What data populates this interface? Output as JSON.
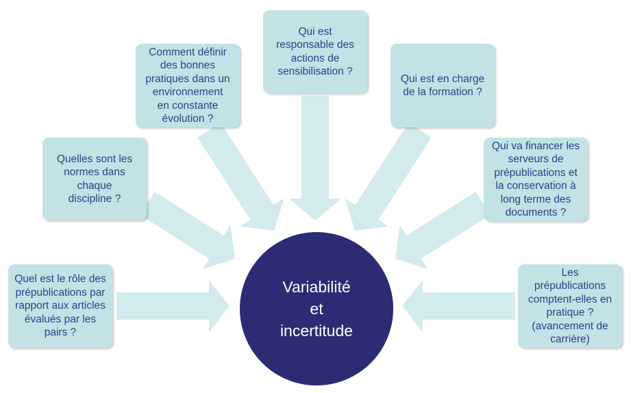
{
  "diagram": {
    "center": {
      "label": "Variabilité\net\nincertitude"
    },
    "questions": [
      {
        "id": "q-role",
        "text": "Quel est le rôle des\nprépublications par\nrapport aux articles\névalués par les\npairs ?"
      },
      {
        "id": "q-norms",
        "text": "Quelles sont les\nnormes dans\nchaque\ndiscipline ?"
      },
      {
        "id": "q-best-practices",
        "text": "Comment définir\ndes bonnes\npratiques dans un\nenvironnement\nen constante\névolution ?"
      },
      {
        "id": "q-awareness",
        "text": "Qui est\nresponsable des\nactions de\nsensibilisation ?"
      },
      {
        "id": "q-training",
        "text": "Qui est en charge\nde la formation ?"
      },
      {
        "id": "q-funding",
        "text": "Qui va financer les\nserveurs de\nprépublications et\nla conservation à\nlong terme des\ndocuments ?"
      },
      {
        "id": "q-career",
        "text": "Les\nprépublications\ncomptent-elles en\npratique ?\n(avancement de\ncarrière)"
      }
    ]
  }
}
